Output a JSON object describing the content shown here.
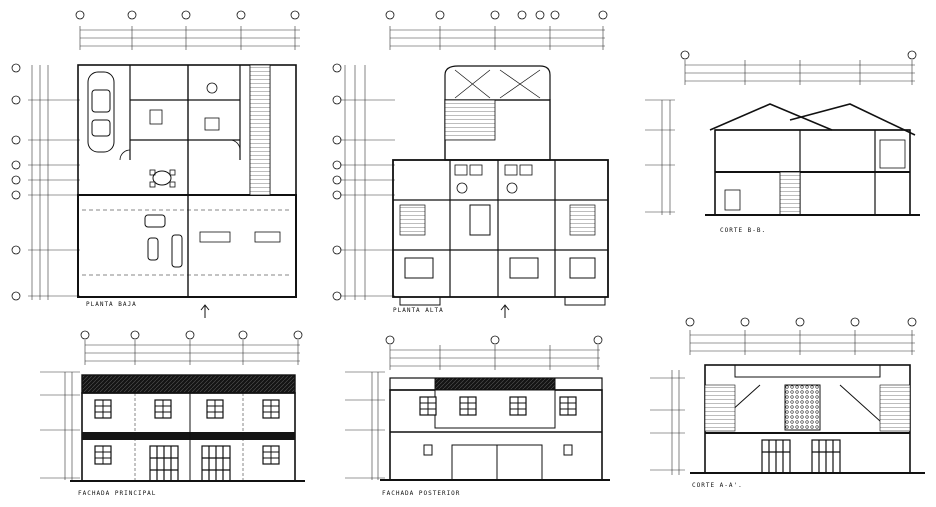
{
  "drawings": {
    "planta_baja": {
      "title": "PLANTA BAJA"
    },
    "planta_alta": {
      "title": "PLANTA ALTA"
    },
    "corte_b": {
      "title": "CORTE B-B."
    },
    "fachada_principal": {
      "title": "FACHADA PRINCIPAL"
    },
    "fachada_posterior": {
      "title": "FACHADA POSTERIOR"
    },
    "corte_a": {
      "title": "CORTE A-A'."
    }
  },
  "colors": {
    "line": "#111111",
    "dim": "#333333",
    "roof": "#141414",
    "paper": "#ffffff"
  }
}
